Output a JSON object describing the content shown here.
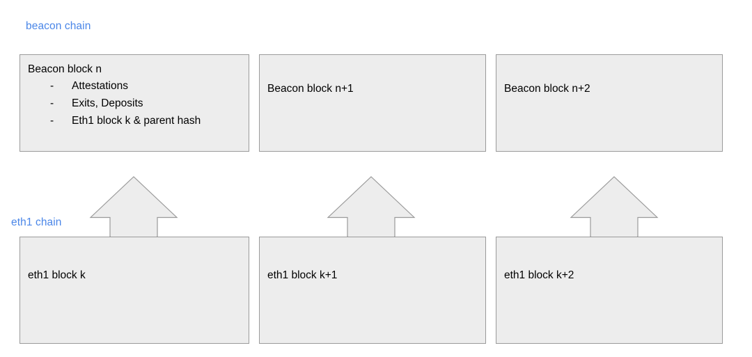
{
  "diagram": {
    "title_text_beacon": "beacon chain",
    "title_text_eth1": "eth1 chain",
    "colors": {
      "label_blue": "#4a86e8",
      "block_fill": "#ededed",
      "block_border": "#9a9a9a",
      "text": "#000000",
      "background": "#ffffff"
    }
  },
  "beacon_chain": {
    "label": "beacon chain",
    "blocks": [
      {
        "title": "Beacon block n",
        "bullets": [
          {
            "marker": "-",
            "text": "Attestations"
          },
          {
            "marker": "-",
            "text": "Exits, Deposits"
          },
          {
            "marker": "-",
            "text": "Eth1 block k & parent hash"
          }
        ]
      },
      {
        "title": "Beacon block n+1",
        "bullets": []
      },
      {
        "title": "Beacon block n+2",
        "bullets": []
      }
    ]
  },
  "eth1_chain": {
    "label": "eth1 chain",
    "blocks": [
      {
        "title": "eth1 block k"
      },
      {
        "title": "eth1 block k+1"
      },
      {
        "title": "eth1 block k+2"
      }
    ]
  },
  "arrows": [
    {
      "name": "arrow-eth1-block-k-to-beacon-block-n"
    },
    {
      "name": "arrow-eth1-block-k1-to-beacon-block-n1"
    },
    {
      "name": "arrow-eth1-block-k2-to-beacon-block-n2"
    }
  ]
}
